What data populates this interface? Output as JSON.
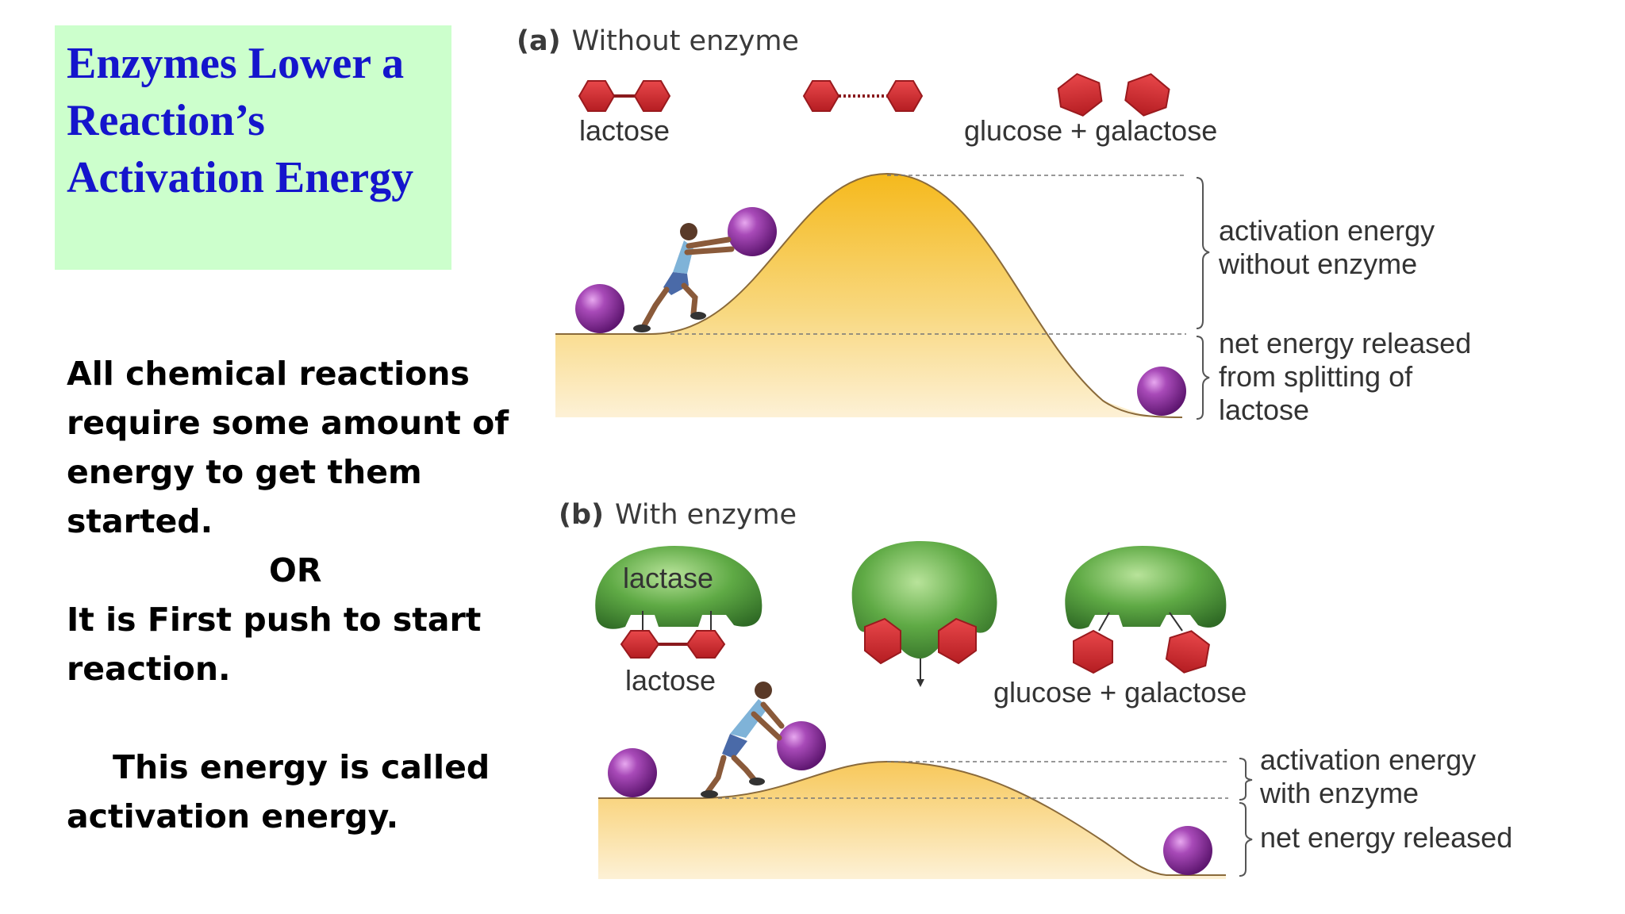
{
  "title": "Enzymes Lower a Reaction’s Activation Energy",
  "body": {
    "line1": "All chemical reactions",
    "line2": "require some amount of",
    "line3": "energy to get them",
    "line4": "started.",
    "or": "OR",
    "line5": "It is First push to start",
    "line6": "reaction.",
    "line7": "This energy is called",
    "line8": "activation energy."
  },
  "panel_a": {
    "letter": "(a)",
    "heading": "Without enzyme",
    "reactant": "lactose",
    "products": "glucose + galactose",
    "activation_line1": "activation energy",
    "activation_line2": "without enzyme",
    "net_line1": "net energy released",
    "net_line2": "from splitting of",
    "net_line3": "lactose"
  },
  "panel_b": {
    "letter": "(b)",
    "heading": "With enzyme",
    "enzyme": "lactase",
    "reactant": "lactose",
    "products": "glucose + galactose",
    "activation_line1": "activation energy",
    "activation_line2": "with enzyme",
    "net_line1": "net energy released"
  },
  "colors": {
    "title_bg": "#ccffcc",
    "title_text": "#1515cc",
    "molecule": "#d42b2b",
    "ball": "#9a3aa8",
    "hill": "#f4b41e",
    "enzyme": "#4e9a3a"
  }
}
